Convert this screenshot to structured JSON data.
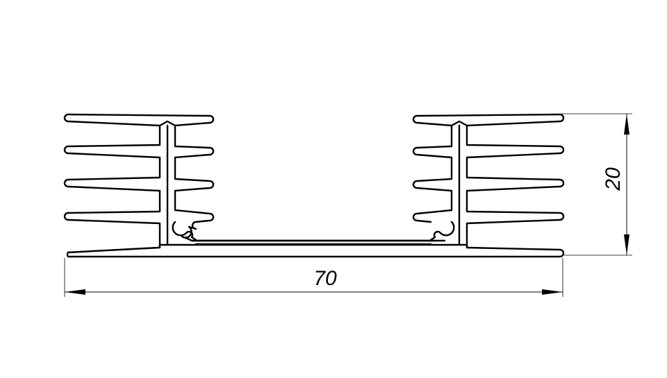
{
  "drawing": {
    "type": "heatsink profile cross-section",
    "line_color": "#000000",
    "background": "#ffffff",
    "fins_per_side_outer": 5,
    "fins_per_side_inner": 4
  },
  "dimensions": {
    "width_label": "70",
    "height_label": "20"
  }
}
